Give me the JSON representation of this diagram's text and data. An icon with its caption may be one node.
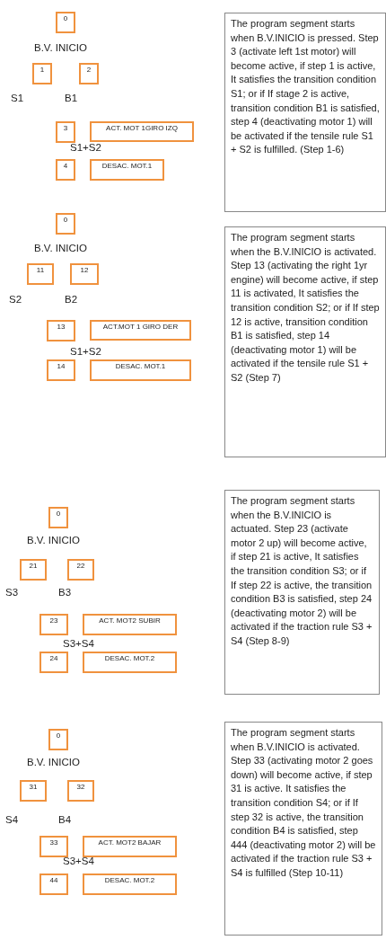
{
  "diagram": {
    "nodes": [
      {
        "text": [
          "0"
        ]
      },
      {
        "text": [
          "1"
        ]
      },
      {
        "text": [
          "2"
        ]
      },
      {
        "text": [
          "3"
        ]
      },
      {
        "text": [
          "ACT. MOT 1GIRO IZQ"
        ]
      },
      {
        "text": [
          "4"
        ]
      },
      {
        "text": [
          "DESAC. MOT.1"
        ]
      },
      {
        "text": [
          "The program segment starts when B.V.INICIO is pressed. Step 3 (activate left 1st motor) will become active, if step 1 is active, It satisfies the transition condition S1; or if If stage 2 is active, transition condition B1 is satisfied, step 4 (deactivating motor 1) will be activated if the tensile rule S1 + S2 is fulfilled. (Step 1-6)"
        ]
      },
      {
        "text": [
          "0"
        ]
      },
      {
        "text": [
          "11"
        ]
      },
      {
        "text": [
          "12"
        ]
      },
      {
        "text": [
          "13"
        ]
      },
      {
        "text": [
          "ACT.MOT 1 GIRO  DER"
        ]
      },
      {
        "text": [
          "14"
        ]
      },
      {
        "text": [
          "DESAC. MOT.1"
        ]
      },
      {
        "text": [
          "The program segment starts when the B.V.INICIO is activated. Step 13 (activating the right 1yr engine) will become active, if step 11 is activated, It satisfies the transition condition S2; or if If step 12 is active, transition condition B1 is satisfied, step 14 (deactivating motor 1) will be activated if the tensile rule S1 + S2 (Step 7)"
        ]
      },
      {
        "text": [
          "0"
        ]
      },
      {
        "text": [
          "21"
        ]
      },
      {
        "text": [
          "22"
        ]
      },
      {
        "text": [
          "23"
        ]
      },
      {
        "text": [
          "ACT. MOT2 SUBIR"
        ]
      },
      {
        "text": [
          "24"
        ]
      },
      {
        "text": [
          "DESAC. MOT.2"
        ]
      },
      {
        "text": [
          "The program segment starts when the B.V.INICIO is actuated. Step 23 (activate motor 2 up) will become active, if step 21 is active, It satisfies the transition condition S3; or if If step 22 is active, the transition condition B3 is satisfied, step 24 (deactivating motor 2) will be activated if the traction rule S3 + S4 (Step 8-9)"
        ]
      },
      {
        "text": [
          "0"
        ]
      },
      {
        "text": [
          "31"
        ]
      },
      {
        "text": [
          "32"
        ]
      },
      {
        "text": [
          "33"
        ]
      },
      {
        "text": [
          "ACT. MOT2 BAJAR"
        ]
      },
      {
        "text": [
          "44"
        ]
      },
      {
        "text": [
          "DESAC. MOT.2"
        ]
      },
      {
        "text": [
          "The program segment starts when B.V.INICIO is activated. Step 33 (activating motor 2 goes down) will become active, if step 31 is active. It satisfies the transition condition S4; or if If step 32 is active, the transition condition B4 is satisfied, step 444 (deactivating motor 2) will be activated if the traction rule S3 + S4 is fulfilled (Step 10-11)"
        ]
      }
    ],
    "labels": [
      "B.V. INICIO",
      "S1",
      "B1",
      "S1+S2",
      "B.V. INICIO",
      "S2",
      "B2",
      "S1+S2",
      "B.V. INICIO",
      "S3",
      "B3",
      "S3+S4",
      "B.V. INICIO",
      "S4",
      "B4",
      "S3+S4"
    ]
  }
}
